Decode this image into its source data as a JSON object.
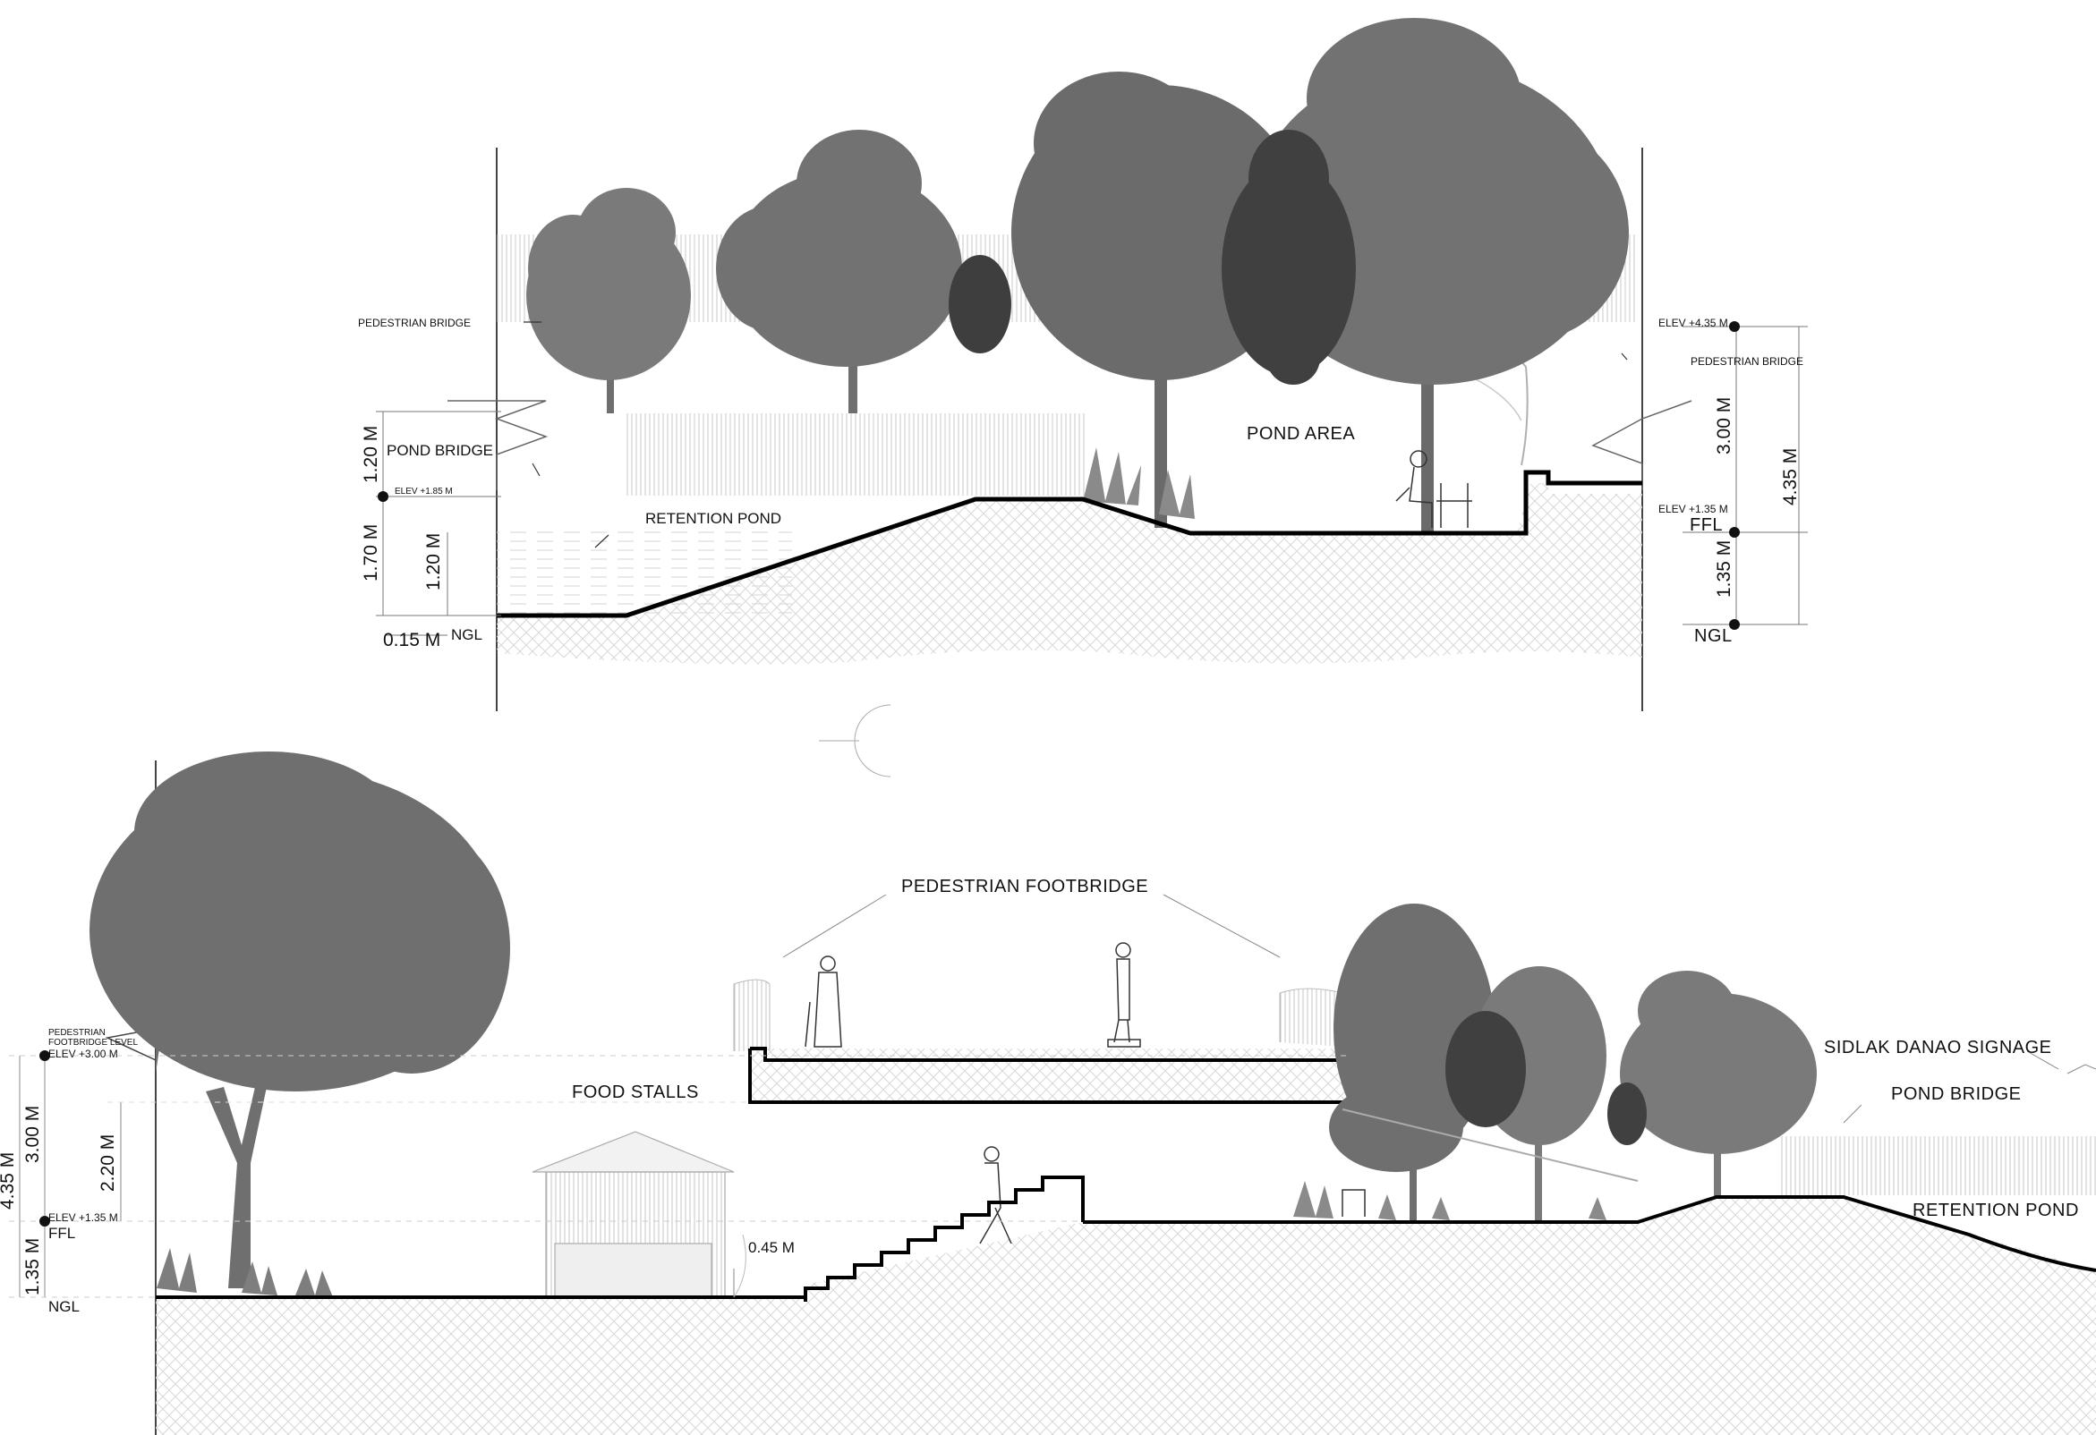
{
  "section_a": {
    "labels": {
      "pedestrian_bridge_left": "PEDESTRIAN BRIDGE",
      "pond_bridge": "POND BRIDGE",
      "elev_185": "ELEV +1.85 M",
      "retention_pond": "RETENTION POND",
      "pond_area": "POND AREA",
      "ngl_left": "NGL",
      "elev_435": "ELEV +4.35 M",
      "pedestrian_bridge_right": "PEDESTRIAN BRIDGE",
      "elev_135": "ELEV +1.35 M",
      "ffl": "FFL",
      "ngl_right": "NGL"
    },
    "dimensions": {
      "left_top": "1.20 M",
      "left_mid": "1.70 M",
      "left_inner": "1.20 M",
      "left_bottom": "0.15 M",
      "right_upper": "3.00 M",
      "right_total": "4.35 M",
      "right_lower": "1.35 M"
    }
  },
  "section_b": {
    "labels": {
      "pedestrian_footbridge": "PEDESTRIAN FOOTBRIDGE",
      "food_stalls": "FOOD STALLS",
      "footbridge_level_line1": "PEDESTRIAN",
      "footbridge_level_line2": "FOOTBRIDGE LEVEL",
      "elev_300": "ELEV +3.00 M",
      "elev_135": "ELEV +1.35 M",
      "ffl": "FFL",
      "ngl": "NGL",
      "sidlak_signage": "SIDLAK DANAO SIGNAGE",
      "pond_bridge": "POND BRIDGE",
      "retention_pond": "RETENTION POND",
      "step_height": "0.45 M"
    },
    "dimensions": {
      "total": "4.35 M",
      "upper": "3.00 M",
      "clearance": "2.20 M",
      "lower": "1.35 M"
    }
  },
  "colors": {
    "tree_mid": "#6f6f6f",
    "tree_light": "#8a8a8a",
    "tree_dark": "#3e3e3e",
    "ground_line": "#000000",
    "hatch": "#d9d9d9",
    "fence": "#cfcfcf"
  }
}
